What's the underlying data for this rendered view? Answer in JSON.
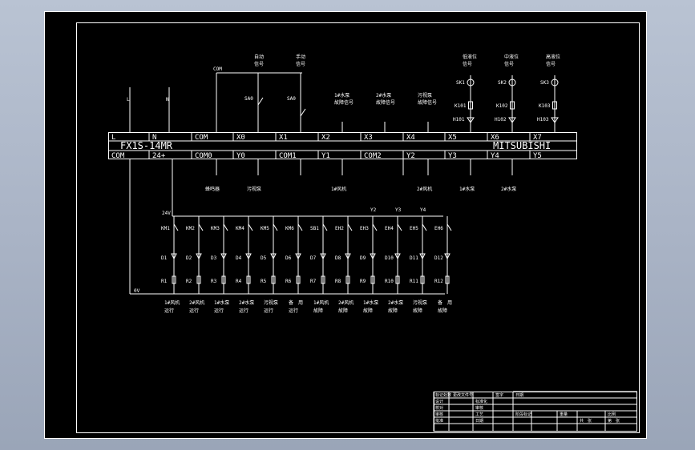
{
  "plc": {
    "model": "FX1S-14MR",
    "brand": "MITSUBISHI",
    "input_terminals": [
      "L",
      "N",
      "COM",
      "X0",
      "X1",
      "X2",
      "X3",
      "X4",
      "X5",
      "X6",
      "X7"
    ],
    "output_terminals": [
      "COM",
      "24+",
      "COM0",
      "Y0",
      "COM1",
      "Y1",
      "COM2",
      "Y2",
      "Y3",
      "Y4",
      "Y5"
    ]
  },
  "top_labels": {
    "com": "COM",
    "auto_signal": "自动\n信号",
    "manual_signal": "手动\n信号",
    "sa0_a": "SA0",
    "sa0_b": "SA0",
    "pump1_fault": "1#水泵\n故障信号",
    "pump2_fault": "2#水泵\n故障信号",
    "sewage_fault": "污视泵\n故障信号",
    "low_level": "低液位\n信号",
    "mid_level": "中液位\n信号",
    "high_level": "高液位\n信号",
    "sensors": [
      "SK1",
      "SK2",
      "SK3"
    ],
    "relays": [
      "K101",
      "K102",
      "K103"
    ],
    "indicators": [
      "H101",
      "H102",
      "H103"
    ],
    "line_L": "L",
    "line_N": "N"
  },
  "output_labels": [
    "蜂鸣器",
    "污视泵",
    "1#风机",
    "2#风机",
    "1#水泵",
    "2#水泵"
  ],
  "ladder": {
    "supply": "24V",
    "zero": "0V",
    "contacts": [
      "KM1",
      "KM2",
      "KM3",
      "KM4",
      "KM5",
      "KM6",
      "SB1",
      "EH2",
      "EH3",
      "EH4",
      "EH5",
      "EH6"
    ],
    "diodes": [
      "D1",
      "D2",
      "D3",
      "D4",
      "D5",
      "D6",
      "D7",
      "D8",
      "D9",
      "D10",
      "D11",
      "D12"
    ],
    "resistors": [
      "R1",
      "R2",
      "R3",
      "R4",
      "R5",
      "R6",
      "R7",
      "R8",
      "R9",
      "R10",
      "R11",
      "R12"
    ],
    "bottom": [
      "1#风机\n运行",
      "2#风机\n运行",
      "1#水泵\n运行",
      "2#水泵\n运行",
      "污视泵\n运行",
      "备　用\n运行",
      "1#风机\n故障",
      "2#风机\n故障",
      "1#水泵\n故障",
      "2#水泵\n故障",
      "污视泵\n故障",
      "备　用\n故障"
    ],
    "top_marks": [
      "Y2",
      "Y3",
      "Y4"
    ]
  },
  "title_block": {
    "rows": [
      [
        "标记处数",
        "更改文件号",
        "签字",
        "日期"
      ],
      [
        "设计",
        "标准化"
      ],
      [
        "校对",
        "审核"
      ],
      [
        "审核",
        "工艺",
        "阶段标记",
        "重量",
        "比例"
      ],
      [
        "批准",
        "日期",
        "共　张",
        "第　张"
      ]
    ]
  }
}
